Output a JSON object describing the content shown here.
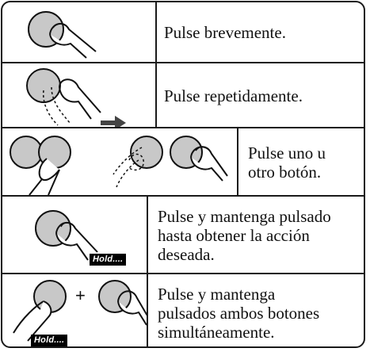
{
  "rows": [
    {
      "icon": "finger-press-icon",
      "text": "Pulse brevemente."
    },
    {
      "icon": "finger-repeat-press-icon",
      "text": "Pulse repetidamente."
    },
    {
      "icon": "finger-either-button-icon",
      "text": "Pulse uno u\notro botón."
    },
    {
      "icon": "finger-hold-icon",
      "text": "Pulse y mantenga pulsado\nhasta obtener la acción\ndeseada.",
      "hold_label": "Hold...."
    },
    {
      "icon": "two-finger-hold-icon",
      "text": "Pulse y mantenga\npulsados ambos botones\nsimultáneamente.",
      "hold_label": "Hold....",
      "plus": "+"
    }
  ]
}
